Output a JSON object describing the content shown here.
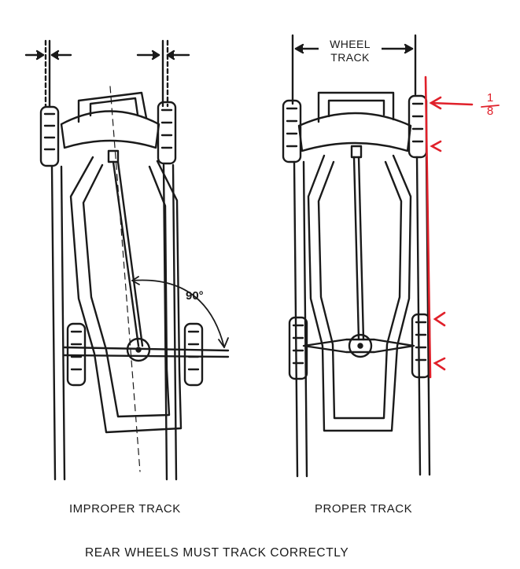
{
  "left_diagram": {
    "caption": "IMPROPER TRACK",
    "angle_label": "90°"
  },
  "right_diagram": {
    "caption": "PROPER TRACK",
    "dimension_label_line1": "WHEEL",
    "dimension_label_line2": "TRACK"
  },
  "handwritten_annotation": {
    "numerator": "1",
    "denominator": "8",
    "color": "#e0202a"
  },
  "figure_title": "REAR WHEELS MUST TRACK CORRECTLY"
}
